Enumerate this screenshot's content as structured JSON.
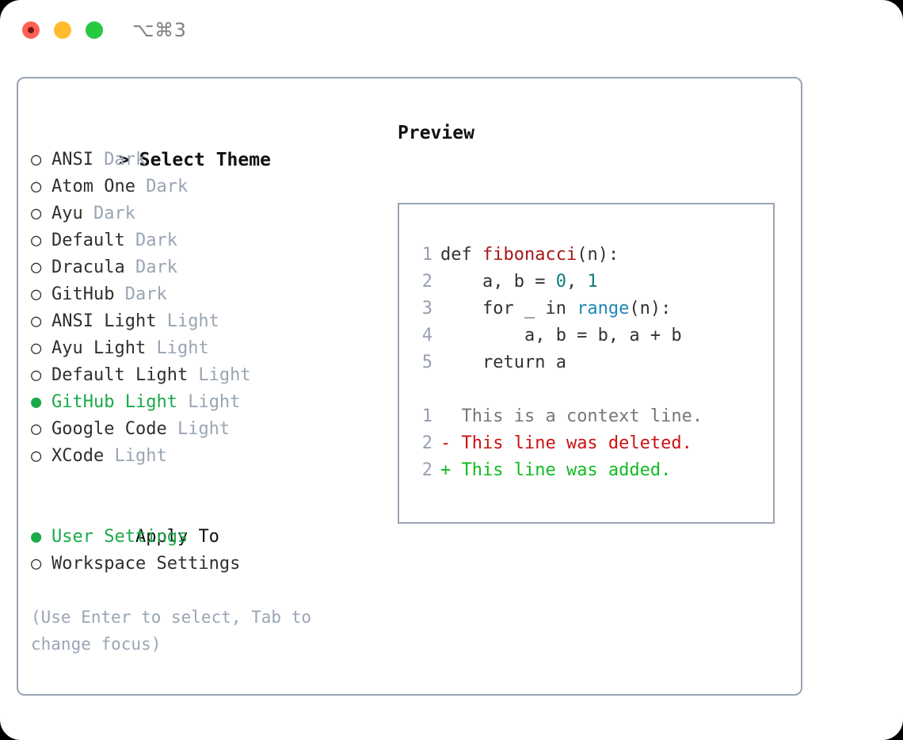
{
  "titlebar": {
    "shortcut": "⌥⌘3",
    "close_label": "close",
    "minimize_label": "minimize",
    "maximize_label": "maximize"
  },
  "theme_panel": {
    "header_marker": ">",
    "header_label": "Select Theme",
    "unselected_marker": "○",
    "selected_marker": "●",
    "items": [
      {
        "name": "ANSI",
        "kind": "Dark",
        "selected": false
      },
      {
        "name": "Atom One",
        "kind": "Dark",
        "selected": false
      },
      {
        "name": "Ayu",
        "kind": "Dark",
        "selected": false
      },
      {
        "name": "Default",
        "kind": "Dark",
        "selected": false
      },
      {
        "name": "Dracula",
        "kind": "Dark",
        "selected": false
      },
      {
        "name": "GitHub",
        "kind": "Dark",
        "selected": false
      },
      {
        "name": "ANSI Light",
        "kind": "Light",
        "selected": false
      },
      {
        "name": "Ayu Light",
        "kind": "Light",
        "selected": false
      },
      {
        "name": "Default Light",
        "kind": "Light",
        "selected": false
      },
      {
        "name": "GitHub Light",
        "kind": "Light",
        "selected": true
      },
      {
        "name": "Google Code",
        "kind": "Light",
        "selected": false
      },
      {
        "name": "XCode",
        "kind": "Light",
        "selected": false
      }
    ]
  },
  "apply_to": {
    "header_label": "Apply To",
    "options": [
      {
        "label": "User Settings",
        "selected": true
      },
      {
        "label": "Workspace Settings",
        "selected": false
      }
    ]
  },
  "hint": {
    "text": "(Use Enter to select, Tab to change focus)"
  },
  "preview": {
    "title": "Preview",
    "code_lines": [
      {
        "no": "1",
        "tokens": [
          {
            "t": "def ",
            "c": "tok-def"
          },
          {
            "t": "fibonacci",
            "c": "tok-func"
          },
          {
            "t": "(n):",
            "c": "tok-plain"
          }
        ]
      },
      {
        "no": "2",
        "tokens": [
          {
            "t": "    a, b = ",
            "c": "tok-plain"
          },
          {
            "t": "0",
            "c": "tok-num"
          },
          {
            "t": ", ",
            "c": "tok-plain"
          },
          {
            "t": "1",
            "c": "tok-num"
          }
        ]
      },
      {
        "no": "3",
        "tokens": [
          {
            "t": "    for _ in ",
            "c": "tok-plain"
          },
          {
            "t": "range",
            "c": "tok-builtin"
          },
          {
            "t": "(n):",
            "c": "tok-plain"
          }
        ]
      },
      {
        "no": "4",
        "tokens": [
          {
            "t": "        a, b = b, a + b",
            "c": "tok-plain"
          }
        ]
      },
      {
        "no": "5",
        "tokens": [
          {
            "t": "    return a",
            "c": "tok-plain"
          }
        ]
      }
    ],
    "diff_lines": [
      {
        "no": "1",
        "sign": " ",
        "text": " This is a context line.",
        "cls": "diff-context"
      },
      {
        "no": "2",
        "sign": "-",
        "text": " This line was deleted.",
        "cls": "diff-del"
      },
      {
        "no": "2",
        "sign": "+",
        "text": " This line was added.",
        "cls": "diff-add"
      }
    ]
  },
  "colors": {
    "accent_green": "#1aaa48",
    "border": "#9aa5b4",
    "muted": "#9aa5b4",
    "diff_add": "#11bb22",
    "diff_del": "#cc1111",
    "func_red": "#a61717",
    "number_teal": "#0e7c7b",
    "builtin_blue": "#1f87b5"
  }
}
